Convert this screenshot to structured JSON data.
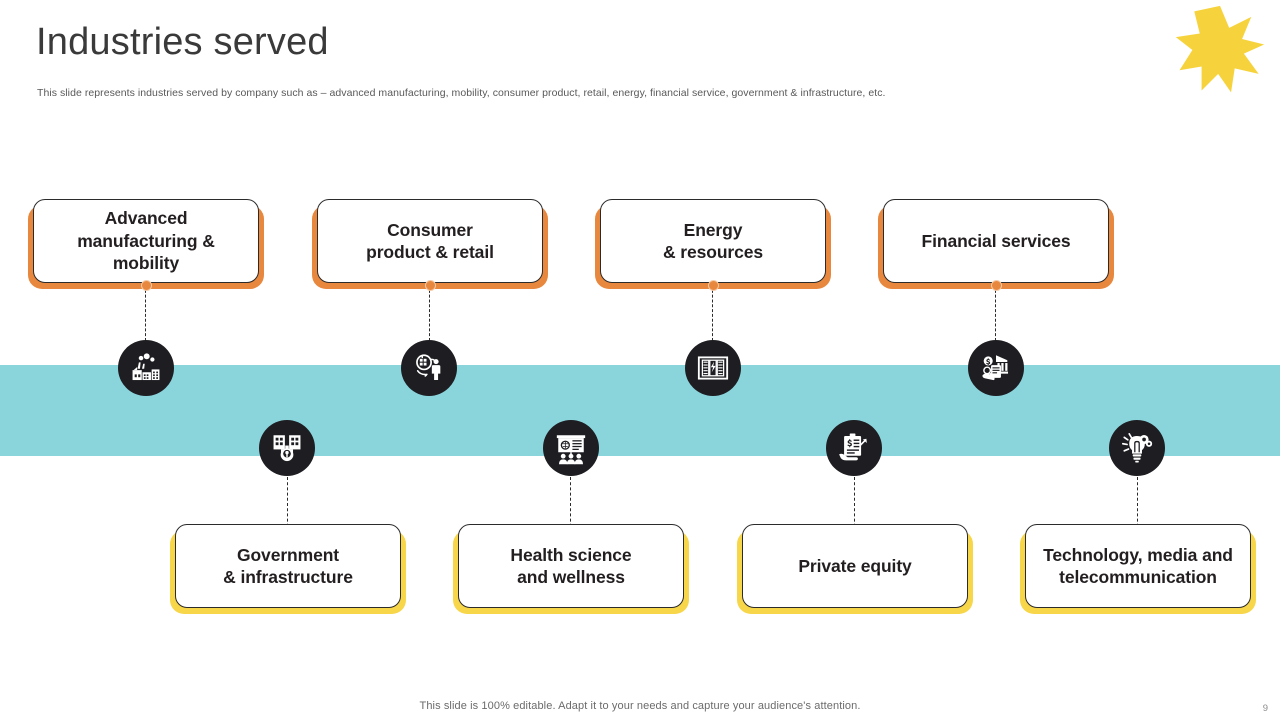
{
  "header": {
    "title": "Industries served",
    "subtitle": "This slide represents industries served by company such as – advanced manufacturing, mobility, consumer product, retail, energy, financial service, government & infrastructure, etc."
  },
  "decor": {
    "sun_icon": "sun-burst-icon",
    "band_color": "#8AD4DC",
    "orange_color": "#E8883F",
    "yellow_color": "#F7D64A",
    "circle_color": "#1d1d22"
  },
  "top_row": [
    {
      "line1": "Advanced",
      "line2": "manufacturing & mobility",
      "icon": "factory-icon"
    },
    {
      "line1": "Consumer",
      "line2": "product & retail",
      "icon": "consumer-product-icon"
    },
    {
      "line1": "Energy",
      "line2": "& resources",
      "icon": "energy-panel-icon"
    },
    {
      "line1": "Financial services",
      "line2": "",
      "icon": "bank-finance-icon"
    }
  ],
  "bottom_row": [
    {
      "line1": "Government",
      "line2": "& infrastructure",
      "icon": "government-infrastructure-icon"
    },
    {
      "line1": "Health science",
      "line2": "and wellness",
      "icon": "health-science-icon"
    },
    {
      "line1": "Private equity",
      "line2": "",
      "icon": "private-equity-icon"
    },
    {
      "line1": "Technology, media and",
      "line2": "telecommunication",
      "icon": "technology-bulb-icon"
    }
  ],
  "footer": {
    "note": "This slide is 100% editable. Adapt it to your needs and capture your audience's attention.",
    "page_number": "9"
  }
}
